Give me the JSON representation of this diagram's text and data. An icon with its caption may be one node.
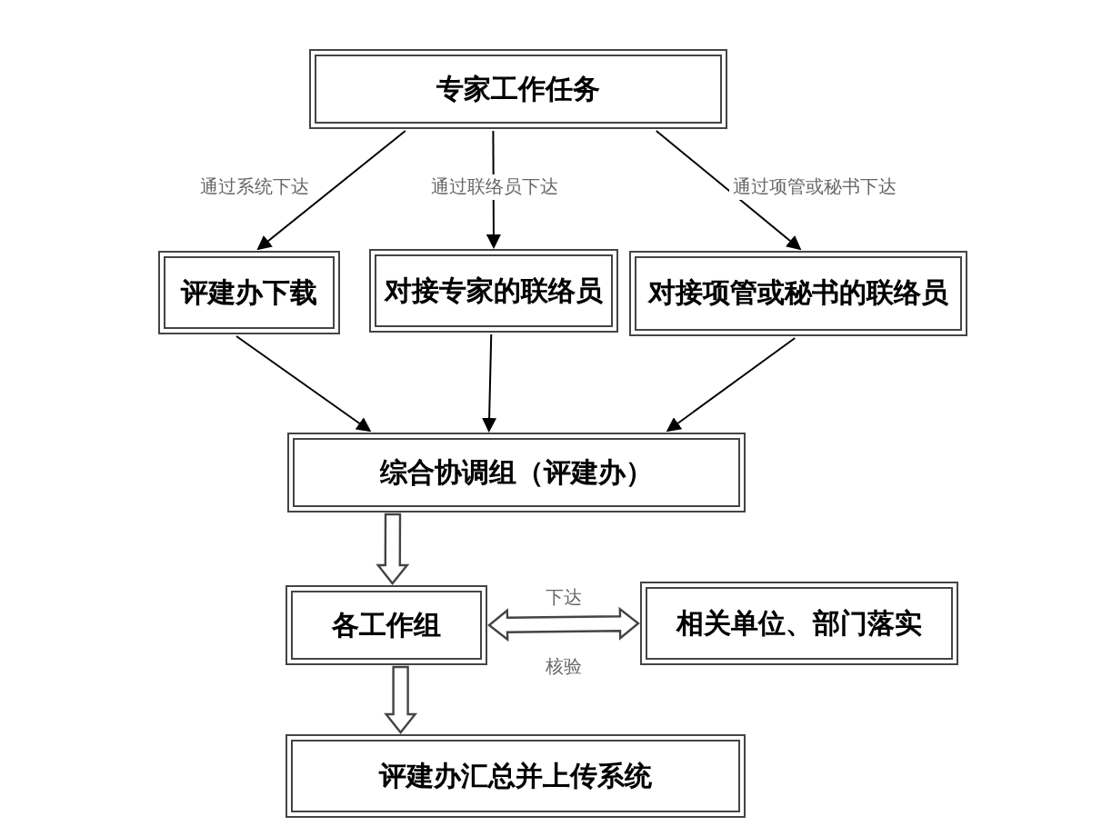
{
  "diagram": {
    "nodes": [
      {
        "text": [
          "专家工作任务"
        ]
      },
      {
        "text": [
          "评建办下载"
        ]
      },
      {
        "text": [
          "对接专家的联络员"
        ]
      },
      {
        "text": [
          "对接项管或秘书的联络员"
        ]
      },
      {
        "text": [
          "综合协调组（评建办）"
        ]
      },
      {
        "text": [
          "各工作组"
        ]
      },
      {
        "text": [
          "相关单位、部门落实"
        ]
      },
      {
        "text": [
          "评建办汇总并上传系统"
        ]
      }
    ],
    "edges": [
      {
        "from": 0,
        "to": 1,
        "arrow": "to",
        "label": "通过系统下达"
      },
      {
        "from": 0,
        "to": 2,
        "arrow": "to",
        "label": "通过联络员下达"
      },
      {
        "from": 0,
        "to": 3,
        "arrow": "to",
        "label": "通过项管或秘书下达"
      },
      {
        "from": 1,
        "to": 4,
        "arrow": "to"
      },
      {
        "from": 2,
        "to": 4,
        "arrow": "to"
      },
      {
        "from": 3,
        "to": 4,
        "arrow": "to"
      },
      {
        "from": 4,
        "to": 5,
        "arrow": "to",
        "style": "thick"
      },
      {
        "from": 5,
        "to": 6,
        "arrow": "both",
        "style": "thick",
        "label": "下达"
      },
      {
        "from": 5,
        "to": 7,
        "arrow": "to",
        "style": "thick"
      }
    ],
    "labels": [
      "核验"
    ]
  }
}
